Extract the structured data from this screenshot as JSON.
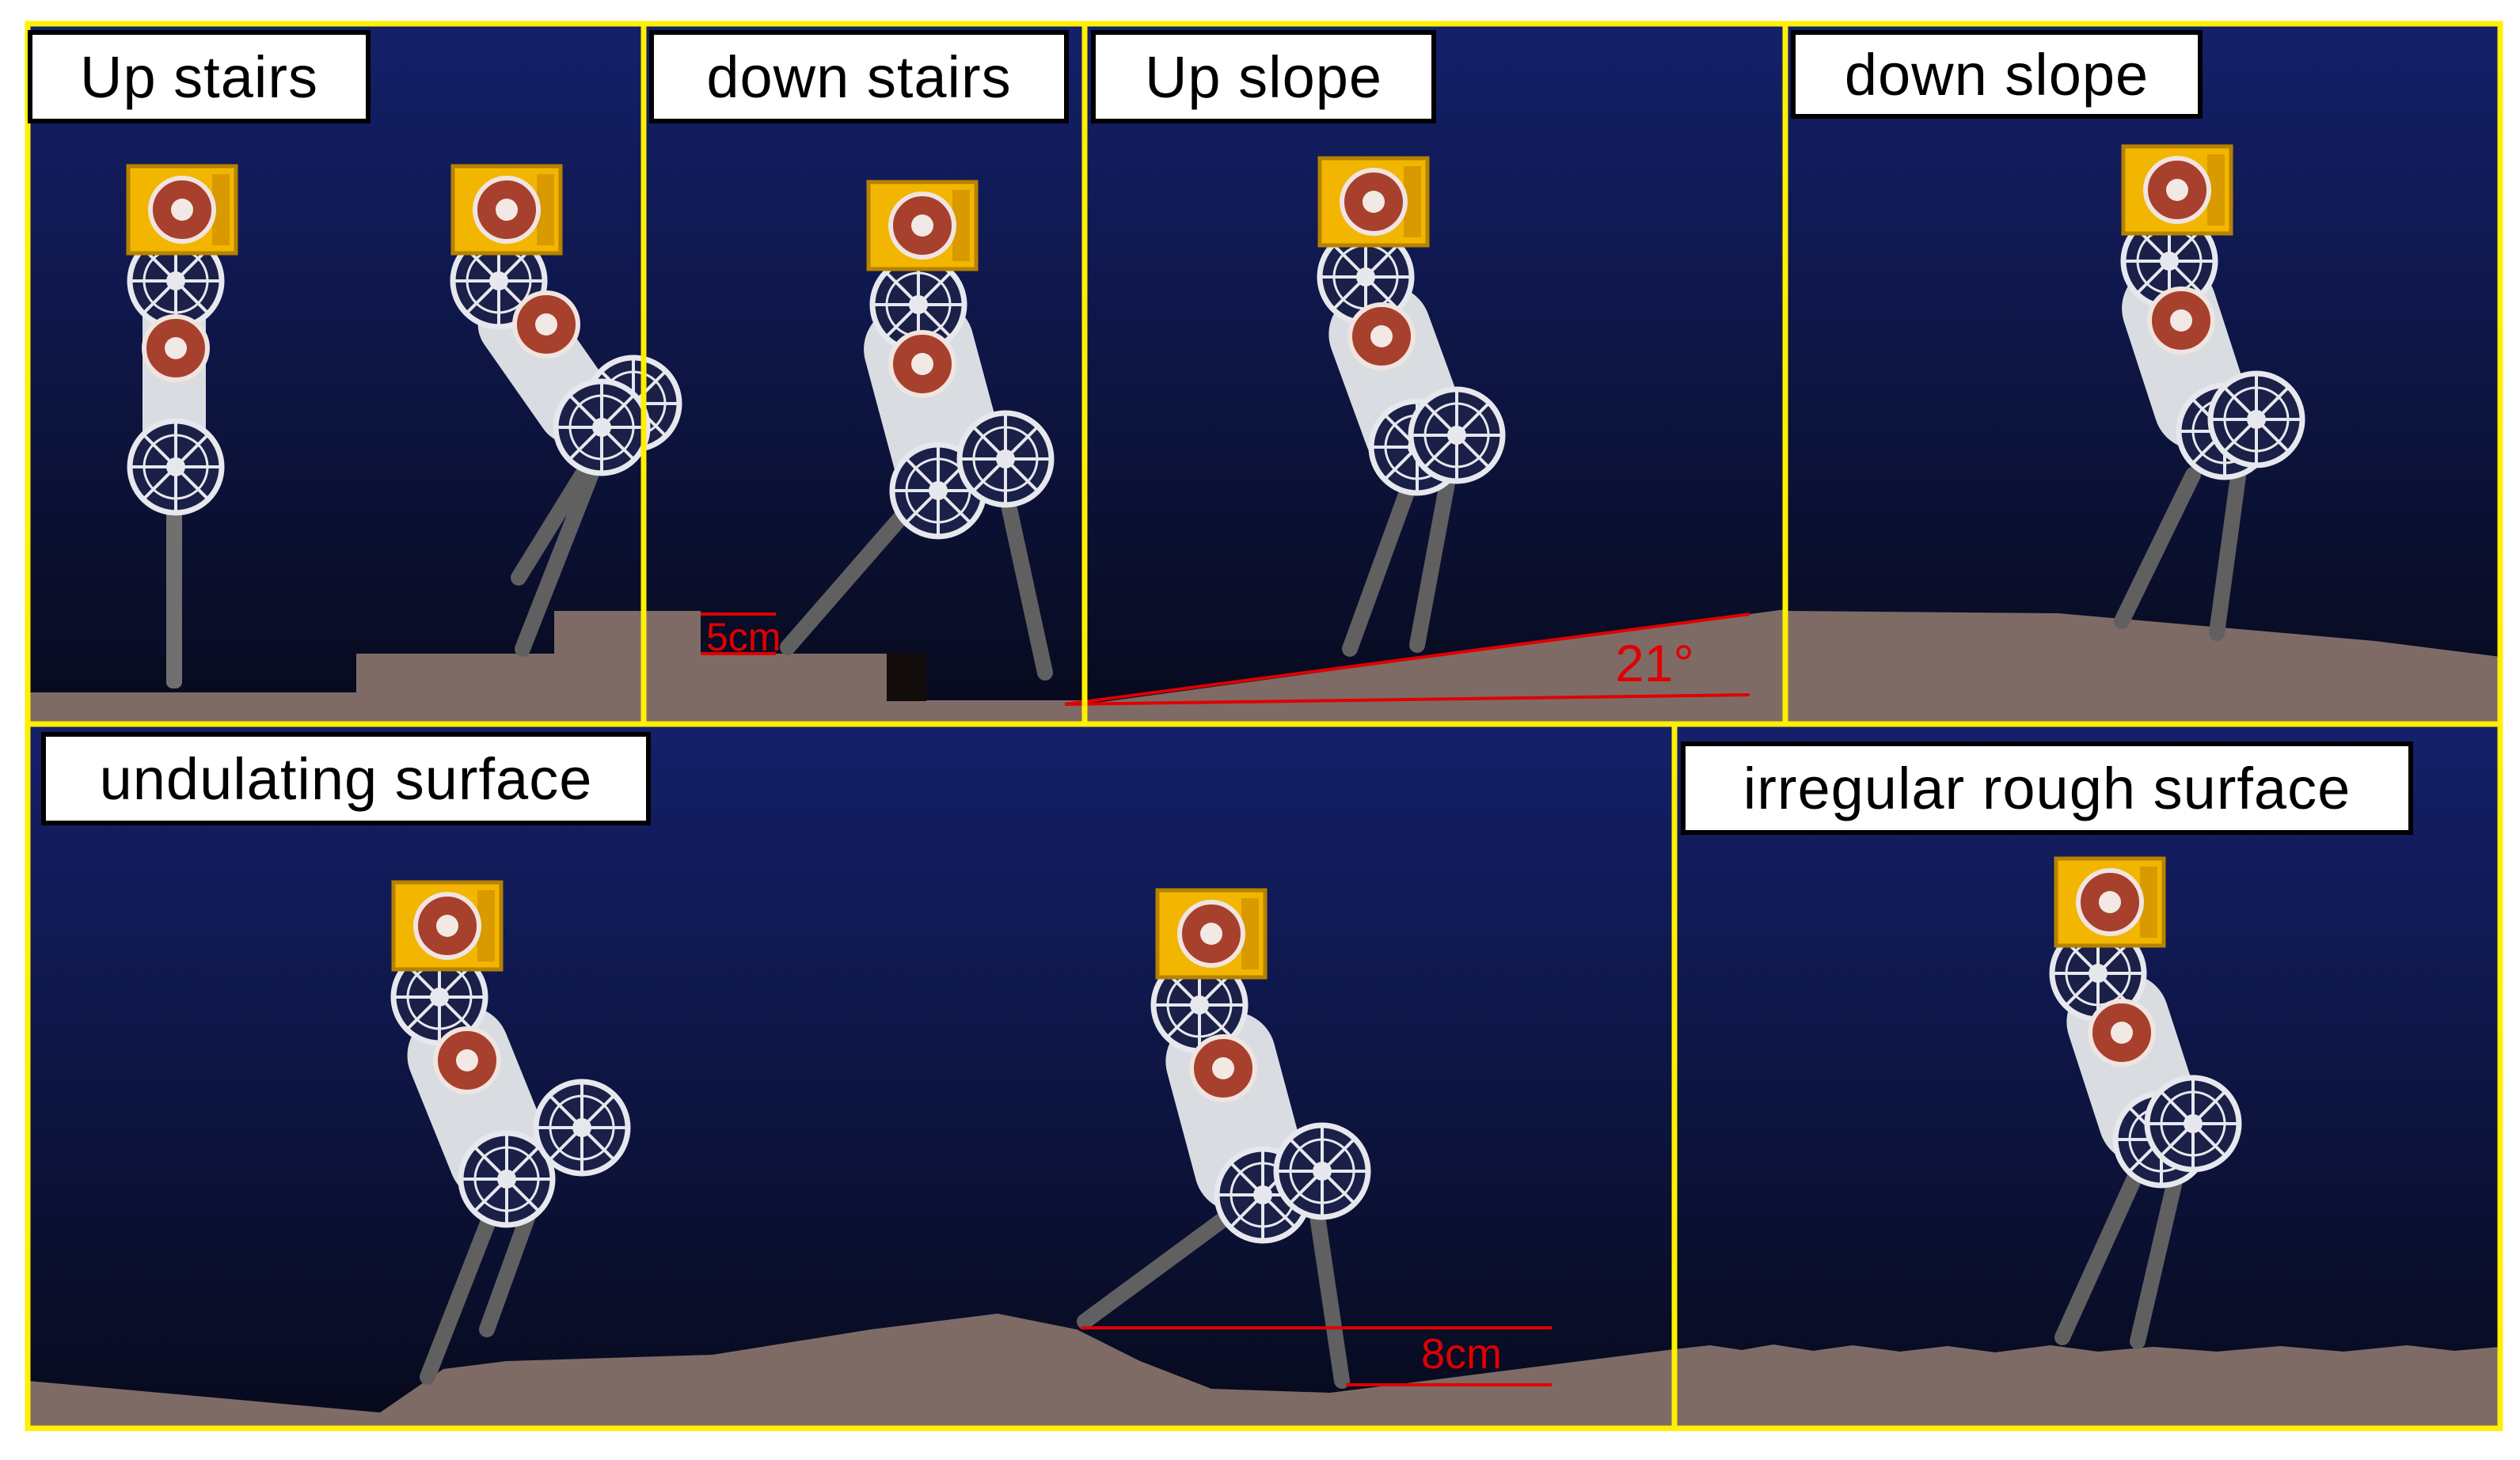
{
  "panels": [
    {
      "label": "Up stairs"
    },
    {
      "label": "down stairs"
    },
    {
      "label": "Up slope"
    },
    {
      "label": "down slope"
    },
    {
      "label": "undulating surface"
    },
    {
      "label": "irregular rough surface"
    }
  ],
  "annotations": {
    "step_height": "5cm",
    "slope_angle": "21°",
    "bump_height": "8cm"
  },
  "colors": {
    "frame": "#ffef00",
    "sky_top": "#101a5c",
    "sky_bottom": "#0a0d24",
    "ground": "#7f6b66",
    "annotation": "#e00000",
    "robot_body": "#d9dde2",
    "robot_head": "#f2b600"
  }
}
